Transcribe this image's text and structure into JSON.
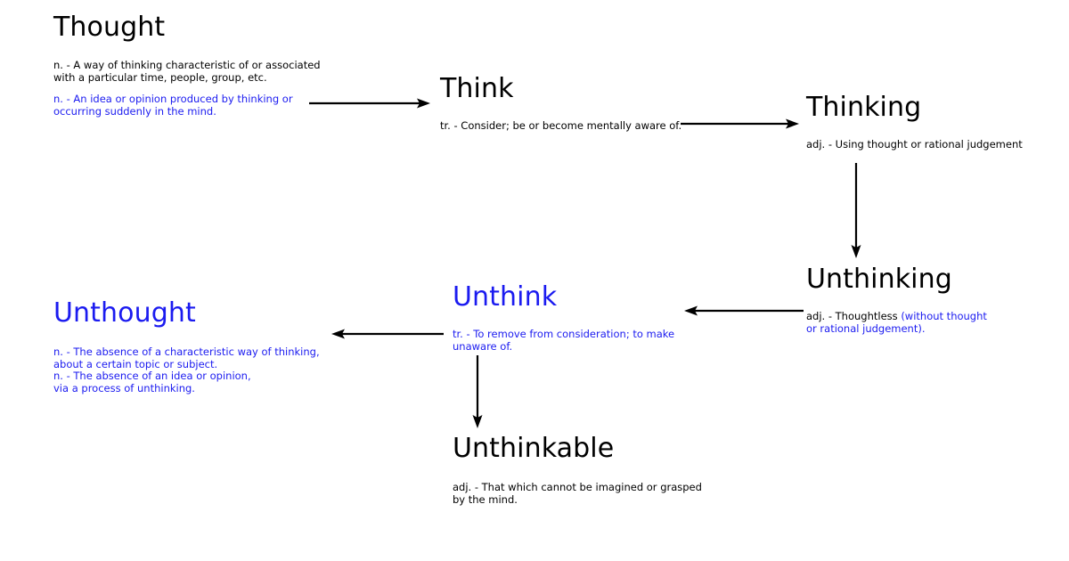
{
  "diagram": {
    "title": "Thought word-family definition flow diagram",
    "colors": {
      "black": "#000000",
      "blue": "#1b1bf0",
      "background": "#ffffff"
    },
    "nodes": [
      {
        "id": "thought",
        "title": "Thought",
        "title_color": "black",
        "definitions": [
          {
            "color": "black",
            "lines": [
              "n. - A way of thinking characteristic of or associated",
              "with a particular time, people, group, etc."
            ]
          },
          {
            "color": "blue",
            "lines": [
              "n. - An idea or opinion produced by thinking or",
              "occurring suddenly in the mind."
            ]
          }
        ]
      },
      {
        "id": "think",
        "title": "Think",
        "title_color": "black",
        "definitions": [
          {
            "color": "black",
            "lines": [
              "tr. - Consider; be or become mentally aware of."
            ]
          }
        ]
      },
      {
        "id": "thinking",
        "title": "Thinking",
        "title_color": "black",
        "definitions": [
          {
            "color": "black",
            "lines": [
              "adj. - Using thought or rational judgement"
            ]
          }
        ]
      },
      {
        "id": "unthinking",
        "title": "Unthinking",
        "title_color": "black",
        "definitions": [
          {
            "color": "mixed",
            "line1_black": "adj. - Thoughtless ",
            "line1_blue": "(without thought",
            "line2_blue": "or rational judgement)."
          }
        ]
      },
      {
        "id": "unthink",
        "title": "Unthink",
        "title_color": "blue",
        "definitions": [
          {
            "color": "blue",
            "lines": [
              "tr. - To remove from consideration; to make",
              "unaware of."
            ]
          }
        ]
      },
      {
        "id": "unthought",
        "title": "Unthought",
        "title_color": "blue",
        "definitions": [
          {
            "color": "blue",
            "lines": [
              "n. - The absence of a characteristic way of thinking,",
              "about a certain topic or subject.",
              "n. - The absence of an idea or opinion,",
              "via a process of unthinking."
            ]
          }
        ]
      },
      {
        "id": "unthinkable",
        "title": "Unthinkable",
        "title_color": "black",
        "definitions": [
          {
            "color": "black",
            "lines": [
              "adj. - That which cannot be imagined or grasped",
              "by the mind."
            ]
          }
        ]
      }
    ],
    "edges": [
      {
        "id": "thought-think",
        "from": "thought",
        "to": "think",
        "direction": "right"
      },
      {
        "id": "think-thinking",
        "from": "think",
        "to": "thinking",
        "direction": "right"
      },
      {
        "id": "thinking-unthinking",
        "from": "thinking",
        "to": "unthinking",
        "direction": "down"
      },
      {
        "id": "unthinking-unthink",
        "from": "unthinking",
        "to": "unthink",
        "direction": "left"
      },
      {
        "id": "unthink-unthought",
        "from": "unthink",
        "to": "unthought",
        "direction": "left"
      },
      {
        "id": "unthink-unthinkable",
        "from": "unthink",
        "to": "unthinkable",
        "direction": "down"
      }
    ]
  }
}
